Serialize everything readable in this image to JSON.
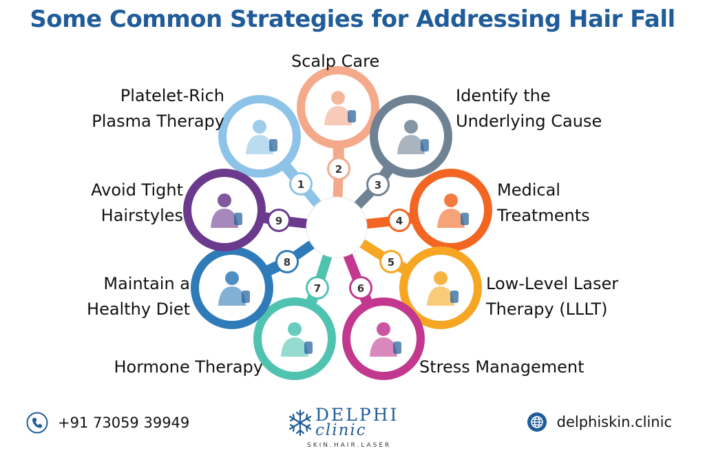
{
  "title": "Some Common Strategies for Addressing Hair Fall",
  "items": [
    {
      "number": "1",
      "lines": [
        "Platelet-Rich",
        "Plasma Therapy"
      ],
      "color": "#8ec3e8",
      "icon": "prp-treatment-icon"
    },
    {
      "number": "2",
      "lines": [
        "Scalp Care"
      ],
      "color": "#f4a98a",
      "icon": "scalp-care-icon"
    },
    {
      "number": "3",
      "lines": [
        "Identify the",
        "Underlying Cause"
      ],
      "color": "#6f8294",
      "icon": "scratching-person-icon"
    },
    {
      "number": "4",
      "lines": [
        "Medical",
        "Treatments"
      ],
      "color": "#f26522",
      "icon": "medicine-icon"
    },
    {
      "number": "5",
      "lines": [
        "Low-Level Laser",
        "Therapy (LLLT)"
      ],
      "color": "#f6a623",
      "icon": "laser-therapy-icon"
    },
    {
      "number": "6",
      "lines": [
        "Stress Management"
      ],
      "color": "#c2388f",
      "icon": "stressed-person-icon"
    },
    {
      "number": "7",
      "lines": [
        "Hormone Therapy"
      ],
      "color": "#4fc3b0",
      "icon": "hormone-vials-icon"
    },
    {
      "number": "8",
      "lines": [
        "Maintain a",
        "Healthy Diet"
      ],
      "color": "#2f7ab8",
      "icon": "healthy-diet-icon"
    },
    {
      "number": "9",
      "lines": [
        "Avoid Tight",
        "Hairstyles"
      ],
      "color": "#6b3a8c",
      "icon": "hair-bun-icon"
    }
  ],
  "footer": {
    "phone": "+91 73059 39949",
    "website": "delphiskin.clinic",
    "logo_line1": "DELPHI",
    "logo_line2": "clinic",
    "logo_tagline": "SKIN.HAIR.LASER",
    "brand_color": "#1f5c99"
  }
}
